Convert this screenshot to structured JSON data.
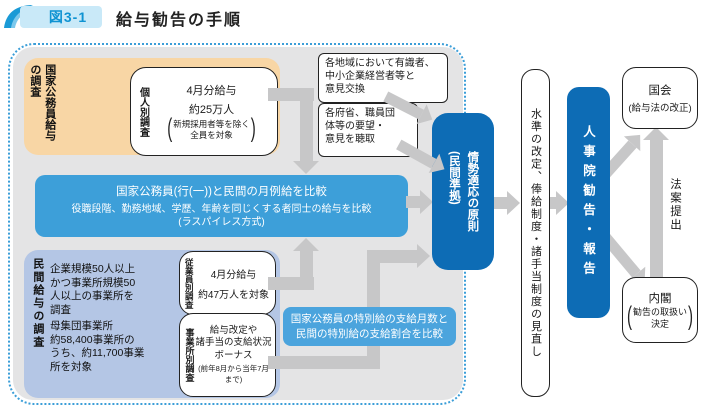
{
  "header": {
    "figure_badge": "図3-1",
    "title": "給与勧告の手順"
  },
  "national_survey": {
    "section_label": "国家公務員給与\nの調査",
    "individual_survey": {
      "tab": "個人別調査",
      "salary_month": "4月分給与",
      "count": "約25万人",
      "note": "新規採用者等を除く\n全員を対象"
    }
  },
  "monthly_comparison": {
    "line1": "国家公務員(行(一))と民間の月例給を比較",
    "line2": "役職段階、勤務地域、学歴、年齢を同じくする者同士の給与を比較\n(ラスパイレス方式)"
  },
  "private_survey": {
    "section_label": "民間給与の調査",
    "scope_note": "企業規模50人以上\nかつ事業所規模50\n人以上の事業所を\n調査",
    "population_note": "母集団事業所\n約58,400事業所の\nうち、約11,700事業\n所を対象",
    "employee_survey": {
      "tab": "従業員別調査",
      "salary_month": "4月分給与",
      "count": "約47万人を対象"
    },
    "establishment_survey": {
      "tab": "事業所別調査",
      "items": "給与改定や\n諸手当の支給状況\nボーナス",
      "period_note": "(前年8月から当年7月まで)"
    }
  },
  "hearings": {
    "regional_exchange": "各地域において有識者、\n中小企業経営者等と\n意見交換",
    "ministries_hearing": "各府省、職員団\n体等の要望・\n意見を聴取"
  },
  "principle": {
    "label": "情勢適応の原則\n(民間準拠)"
  },
  "special_pay_comparison": {
    "label": "国家公務員の特別給の支給月数と\n民間の特別給の支給割合を比較"
  },
  "revision": {
    "label": "水準の改定、俸給制度・諸手当制度の見直し"
  },
  "npa_recommendation": {
    "label": "人事院勧告・報告"
  },
  "diet": {
    "name": "国会",
    "note": "(給与法の改正)"
  },
  "cabinet": {
    "name": "内閣",
    "note": "勧告の取扱い\n決定"
  },
  "bill_submission": {
    "label": "法案提出"
  },
  "colors": {
    "badge_bg": "#c9e9f8",
    "badge_text": "#0f93d2",
    "panel_orange": "#f8d6a5",
    "panel_light_blue": "#b4c6e5",
    "bar_blue": "#3d9fd9",
    "box_blue": "#4ba4dd",
    "dark_blue": "#0d6cb5",
    "arrow_gray": "#c7c7c8",
    "diagram_bg": "#e4e4e5",
    "dotted_border": "#3b9ed8"
  }
}
